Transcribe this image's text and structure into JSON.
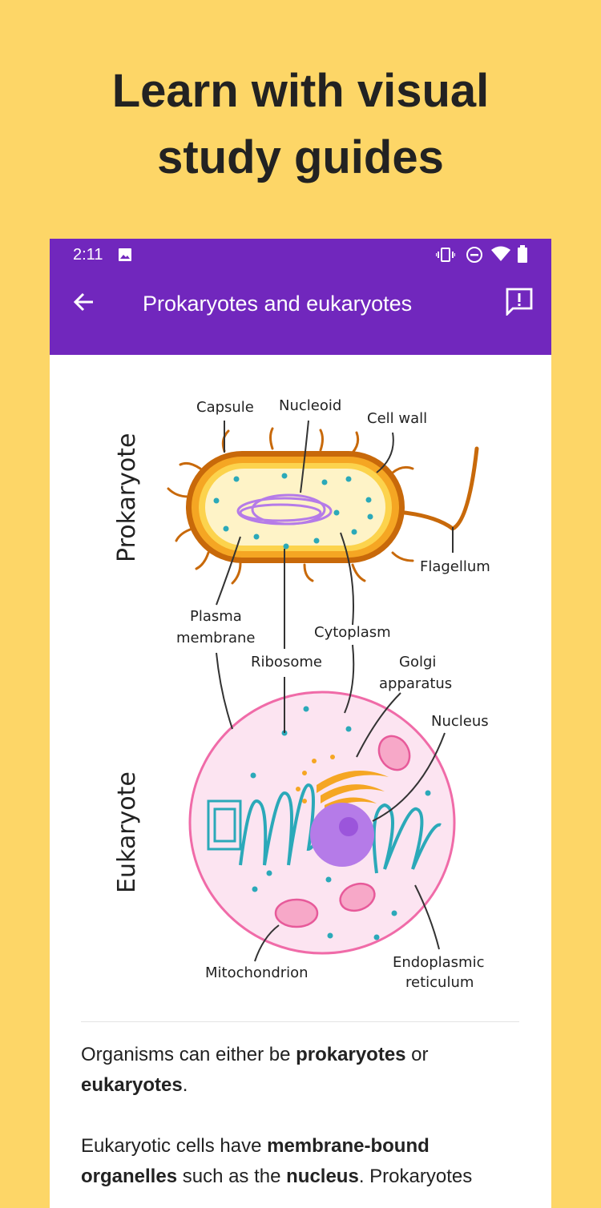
{
  "hero": {
    "line1": "Learn with visual",
    "line2": "study guides"
  },
  "status_bar": {
    "time": "2:11",
    "icons": [
      "image-icon",
      "vibrate-icon",
      "do-not-disturb-icon",
      "wifi-icon",
      "battery-icon"
    ]
  },
  "app_bar": {
    "title": "Prokaryotes and eukaryotes",
    "back_icon": "arrow-left-icon",
    "report_icon": "feedback-icon"
  },
  "diagram": {
    "prokaryote_title": "Prokaryote",
    "eukaryote_title": "Eukaryote",
    "labels": {
      "capsule": "Capsule",
      "nucleoid": "Nucleoid",
      "cell_wall": "Cell wall",
      "flagellum": "Flagellum",
      "plasma1": "Plasma",
      "plasma2": "membrane",
      "cytoplasm": "Cytoplasm",
      "ribosome": "Ribosome",
      "golgi1": "Golgi",
      "golgi2": "apparatus",
      "nucleus": "Nucleus",
      "mitochondrion": "Mitochondrion",
      "er1": "Endoplasmic",
      "er2": "reticulum"
    },
    "colors": {
      "purple": "#7127BD",
      "pink": "#F06BA8",
      "teal": "#2BA9B9",
      "orange": "#F5A623",
      "brown": "#C8690A"
    }
  },
  "content": {
    "p1": {
      "a": "Organisms can either be ",
      "b": "prokaryotes",
      "c": " or ",
      "d": "eukaryotes",
      "e": "."
    },
    "p2": {
      "a": "Eukaryotic cells have ",
      "b": "membrane-bound organelles",
      "c": " such as the ",
      "d": "nucleus",
      "e": ". Prokaryotes"
    }
  }
}
